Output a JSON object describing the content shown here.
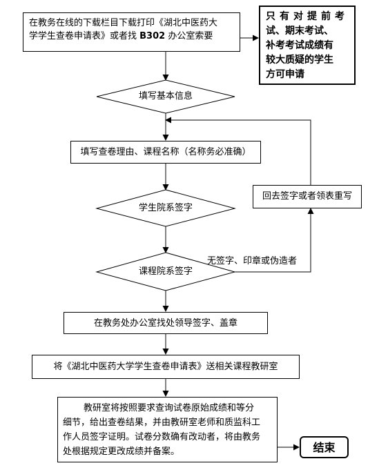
{
  "step_download": {
    "line1": "在教务在线的下载栏目下载打印《湖北中医药大",
    "line2_pre": "学学生查卷申请表》或者找 ",
    "line2_bold": "B302",
    "line2_post": " 办公室索要"
  },
  "eligibility_note": {
    "line1": "只有对提前考",
    "line2": "试、期末考试、",
    "line3": "补考考试成绩有",
    "line4": "较大质疑的学生",
    "line5": "方可申请"
  },
  "step_fill_basic": "填写基本信息",
  "step_fill_reason": "填写查卷理由、课程名称（名称务必准确）",
  "step_college_sign": "学生院系签字",
  "step_course_college_sign": "课程院系签字",
  "step_redo": "回去签字或者领表重写",
  "branch_invalid_label": "无签字、印章或伪造者",
  "step_academic_office": "在教务处办公室找处领导签字、盖章",
  "step_send_form": "将《湖北中医药大学学生查卷申请表》送相关课程教研室",
  "step_review": {
    "line1": "教研室将按照要求查询试卷原始成绩和等分",
    "line2": "细节，给出查卷结果，并由教研室老师和质监科工",
    "line3": "作人员签字证明。试卷分数确有改动者，将由教务",
    "line4": "处根据规定更改成绩并备案。"
  },
  "end_label": "结束"
}
